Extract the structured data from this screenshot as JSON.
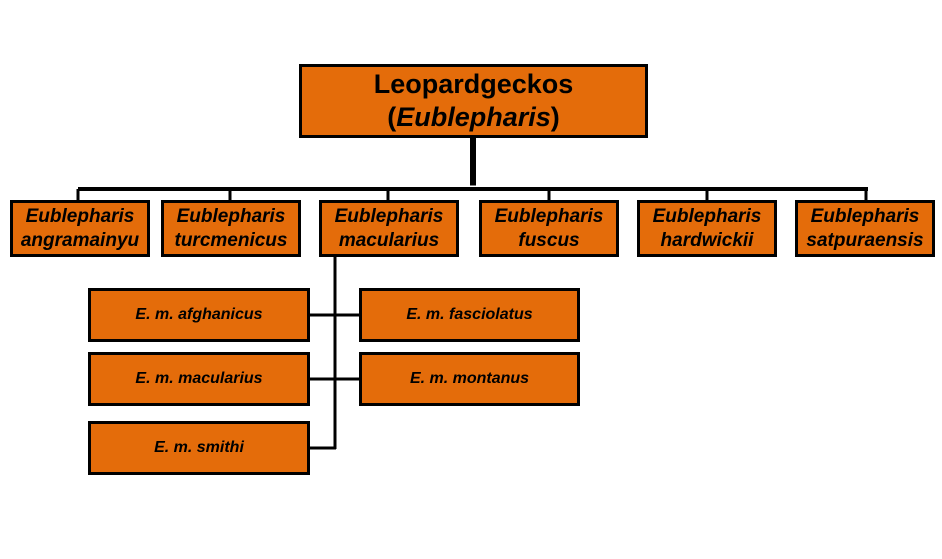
{
  "root": {
    "title": "Leopardgeckos",
    "open_paren": "(",
    "genus": "Eublepharis",
    "close_paren": ")"
  },
  "species": [
    {
      "genus": "Eublepharis",
      "epithet": "angramainyu"
    },
    {
      "genus": "Eublepharis",
      "epithet": "turcmenicus"
    },
    {
      "genus": "Eublepharis",
      "epithet": "macularius"
    },
    {
      "genus": "Eublepharis",
      "epithet": "fuscus"
    },
    {
      "genus": "Eublepharis",
      "epithet": "hardwickii"
    },
    {
      "genus": "Eublepharis",
      "epithet": "satpuraensis"
    }
  ],
  "subspecies": [
    {
      "label": "E. m. afghanicus"
    },
    {
      "label": "E. m. fasciolatus"
    },
    {
      "label": "E. m. macularius"
    },
    {
      "label": "E. m. montanus"
    },
    {
      "label": "E. m. smithi"
    }
  ],
  "colors": {
    "box_fill": "#e46c0a",
    "box_border": "#000000",
    "line": "#000000",
    "line_outline": "#ffffff"
  }
}
